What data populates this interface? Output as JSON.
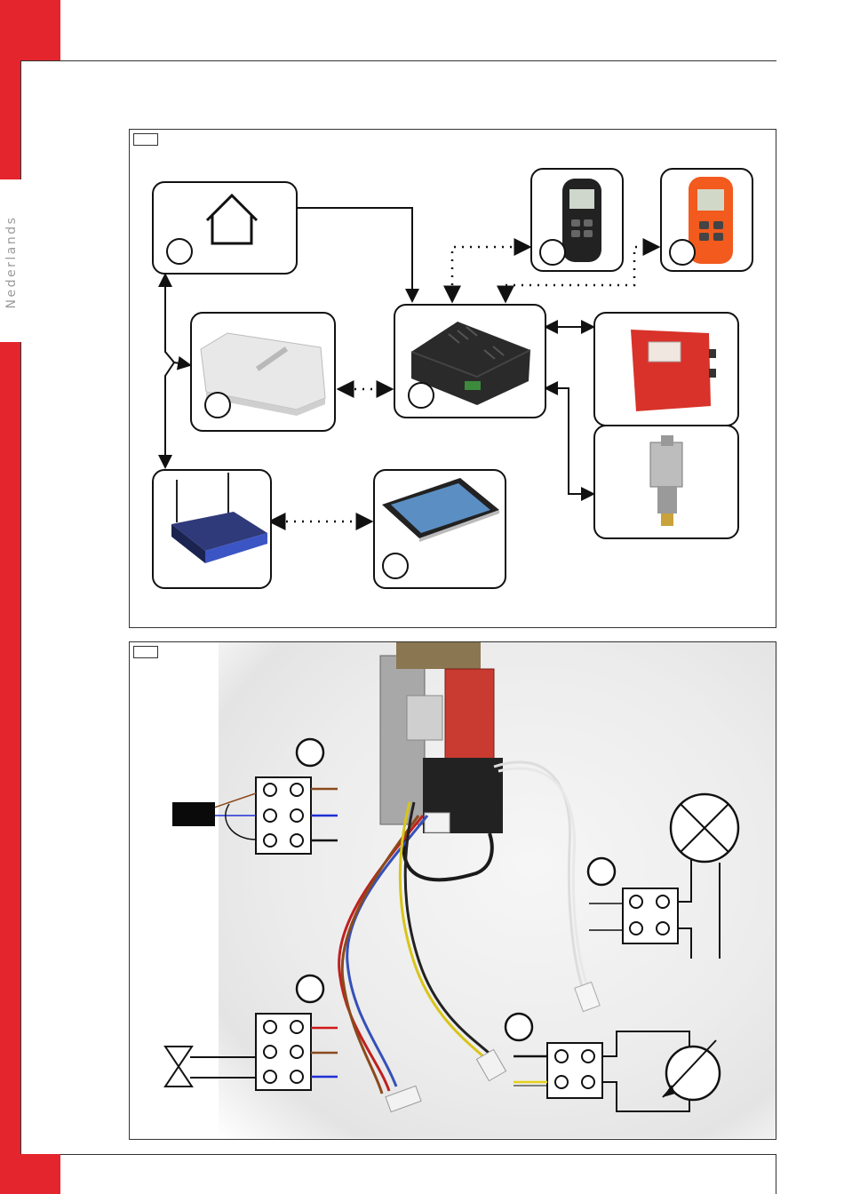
{
  "sidebar": {
    "language_label": "Nederlands"
  },
  "colors": {
    "brand_red": "#e5252d",
    "wire_brown": "#8b4a1c",
    "wire_blue": "#1f2fd6",
    "wire_black": "#111111",
    "wire_red": "#d01818",
    "wire_yellow": "#e6d21a"
  },
  "figure_top": {
    "items": [
      {
        "name": "house-thermostat",
        "icon": "house-icon"
      },
      {
        "name": "remote-black",
        "icon": "remote-control-icon"
      },
      {
        "name": "remote-orange",
        "icon": "remote-control-icon"
      },
      {
        "name": "wifi-box",
        "icon": "wifi-module-icon"
      },
      {
        "name": "control-module",
        "icon": "control-module-icon"
      },
      {
        "name": "ignition-unit",
        "icon": "ignition-unit-icon"
      },
      {
        "name": "gas-valve",
        "icon": "gas-valve-icon"
      },
      {
        "name": "router",
        "icon": "router-icon"
      },
      {
        "name": "tablet",
        "icon": "tablet-icon"
      }
    ]
  },
  "figure_bottom": {
    "terminal_blocks": [
      {
        "name": "terminal-block-top-left",
        "wires": [
          "brown",
          "blue",
          "black"
        ]
      },
      {
        "name": "terminal-block-bottom-left",
        "wires": [
          "red",
          "brown",
          "blue"
        ]
      },
      {
        "name": "terminal-block-right-upper",
        "wires": []
      },
      {
        "name": "terminal-block-right-lower",
        "wires": [
          "black",
          "yellow"
        ]
      }
    ],
    "symbols": [
      "lamp-symbol-icon",
      "valve-symbol-icon",
      "fan-symbol-icon",
      "black-module-icon"
    ]
  }
}
